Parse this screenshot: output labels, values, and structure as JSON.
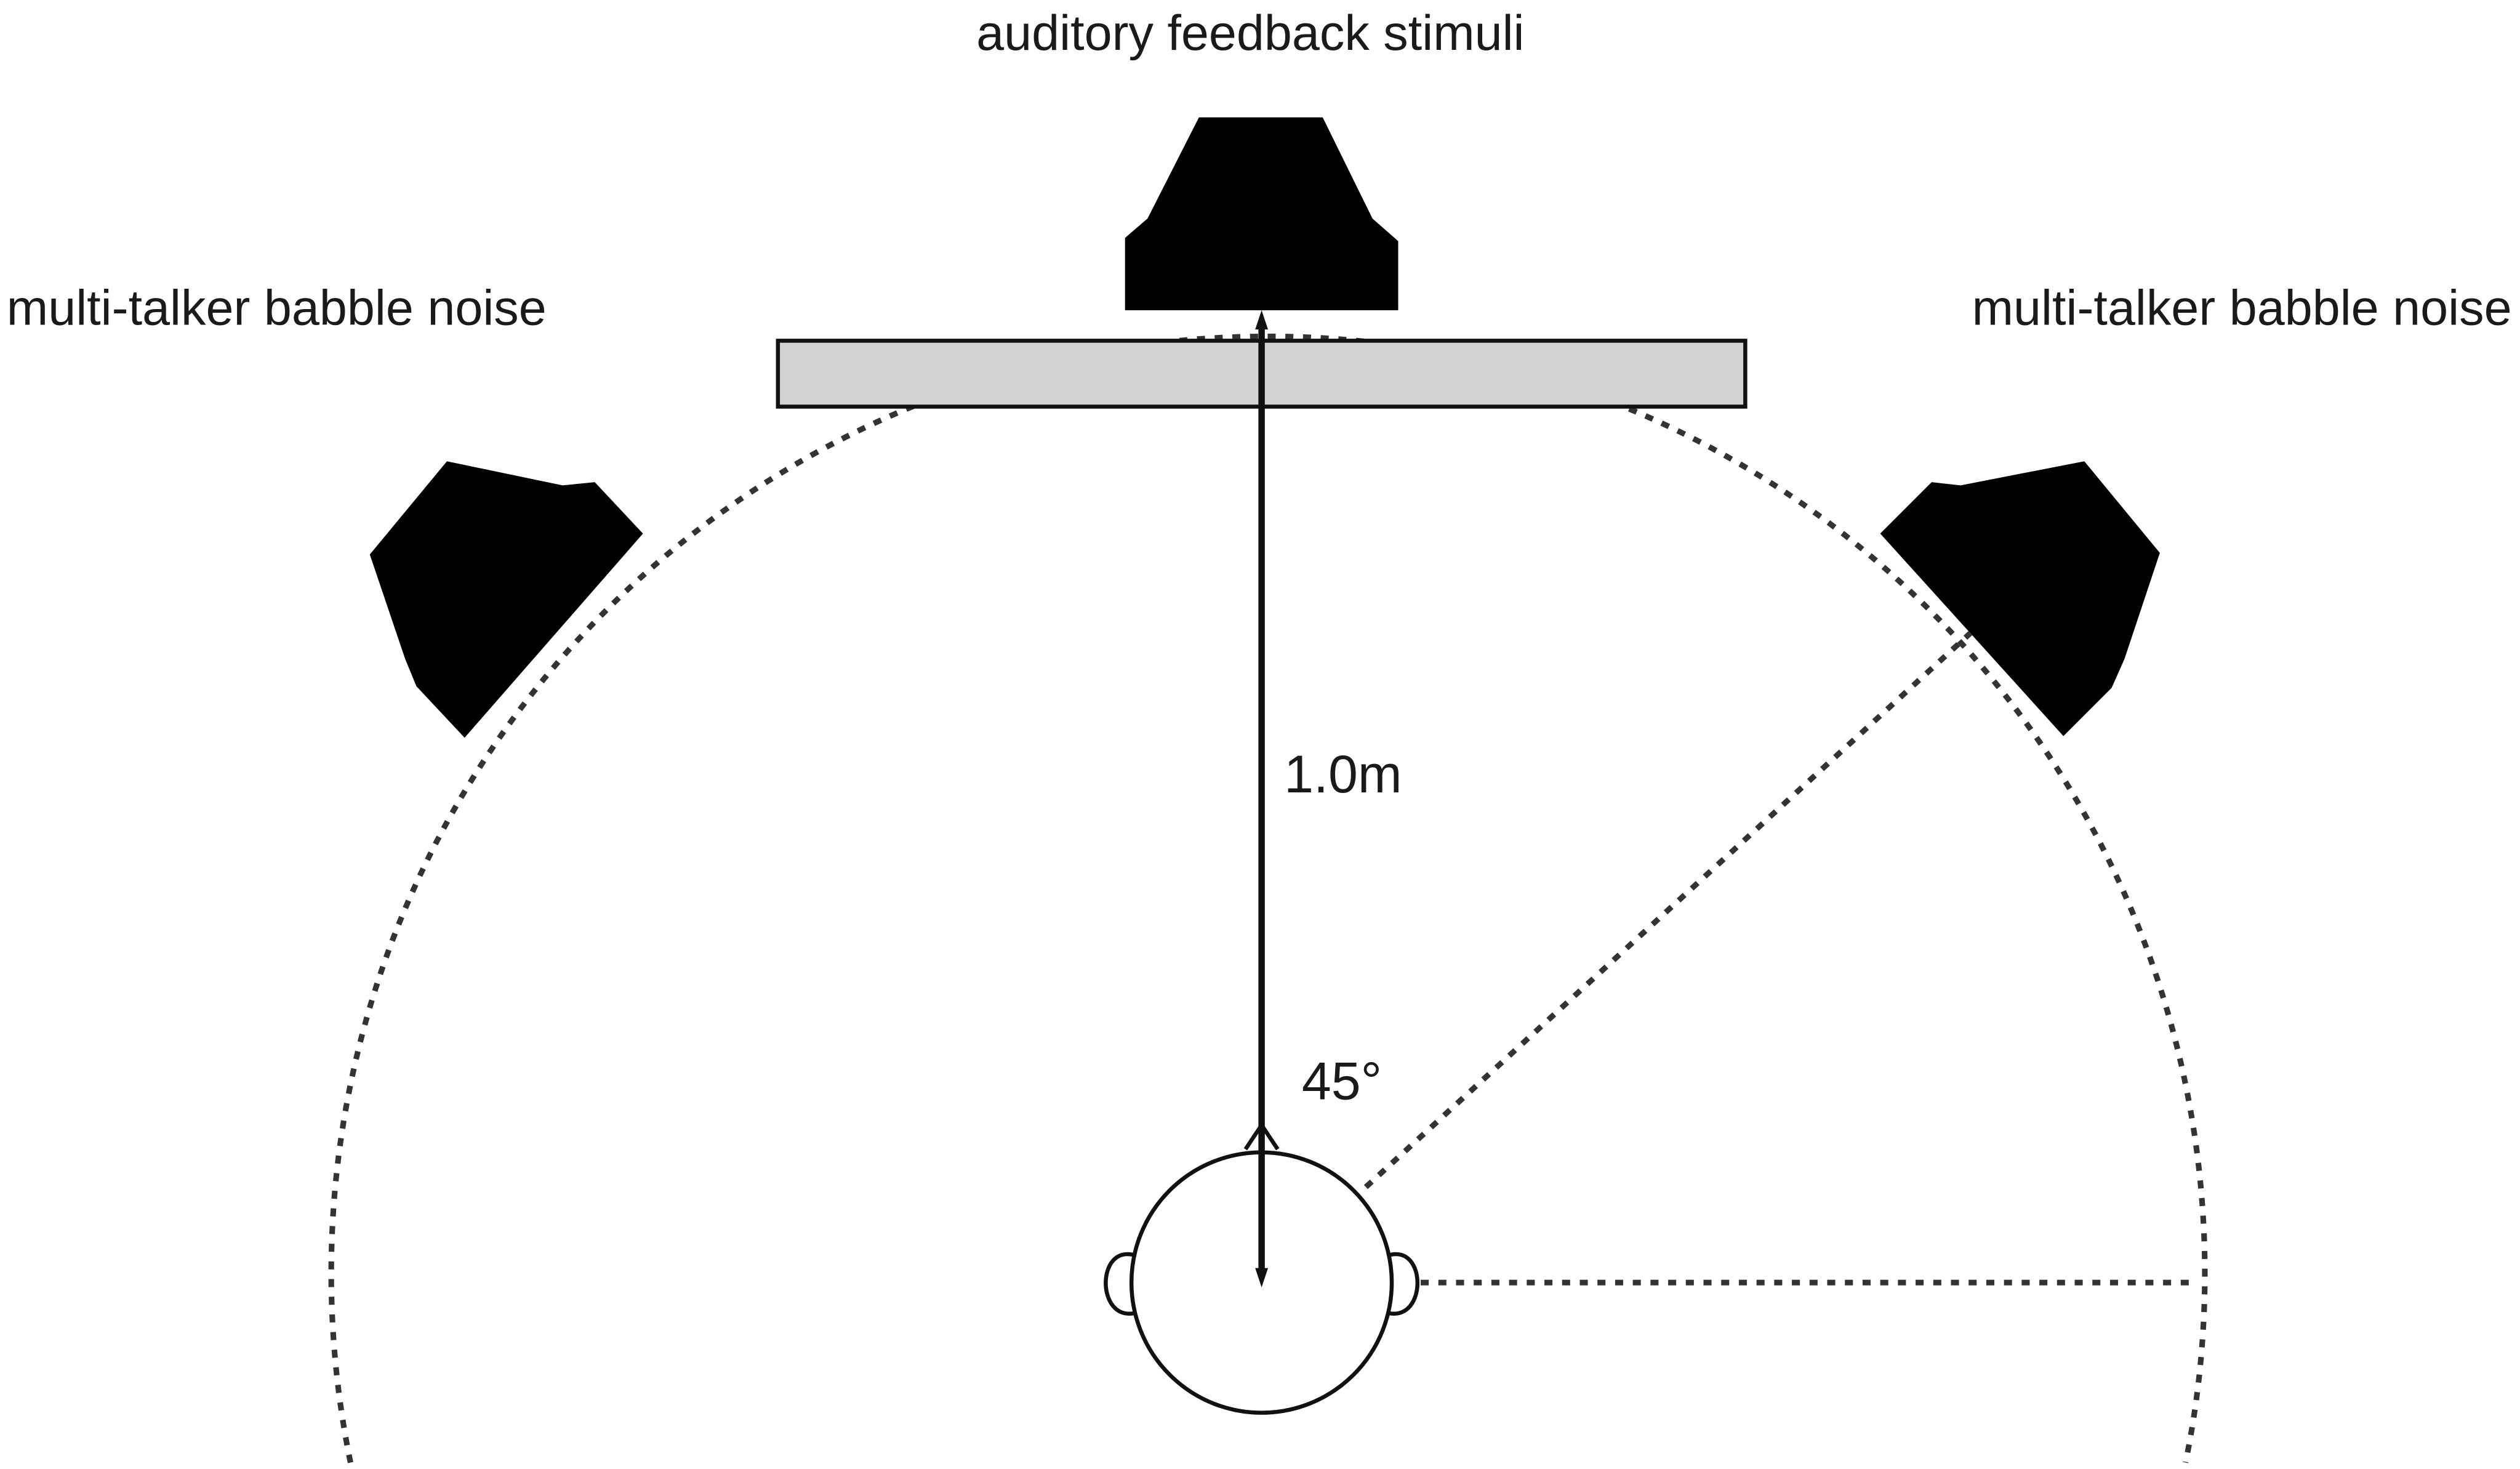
{
  "labels": {
    "top_speaker": "auditory feedback stimuli",
    "left_speaker": "multi-talker babble noise",
    "right_speaker": "multi-talker babble noise",
    "distance": "1.0m",
    "angle": "45°"
  },
  "colors": {
    "speaker": "#000000",
    "screen_fill": "#d3d3d3",
    "line": "#111111"
  },
  "icons": {
    "speaker": "loudspeaker-icon",
    "listener": "head-top-view-icon"
  }
}
